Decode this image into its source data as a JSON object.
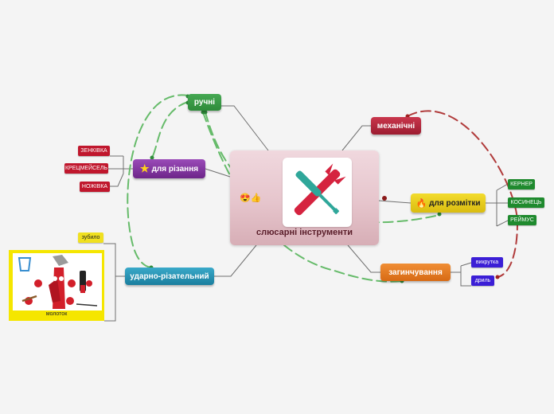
{
  "central": {
    "title": "слюсарні інструменти",
    "icon": "wrench-screwdriver-icon",
    "emojis": "😍👍"
  },
  "topics": {
    "manual": "ручні",
    "cutting": "для різання",
    "impact_cutting": "ударно-різательний",
    "mechanical": "механічні",
    "marking": "для розмітки",
    "bending": "загинчування"
  },
  "leaves": {
    "cutting": [
      "ЗЕНКІВКА",
      "КРЕЦМЕЙСЕЛЬ",
      "НОЖІВКА"
    ],
    "impact_cutting": [
      "зубило"
    ],
    "marking": [
      "КЕРНЕР",
      "КОСИНЕЦЬ",
      "РЕЙМУС"
    ],
    "bending": [
      "викрутка",
      "дриль"
    ]
  },
  "image_caption": "молоток",
  "colors": {
    "manual": "#2e8b3a",
    "cutting": "#7b2f9a",
    "impact_cutting": "#1f8fb0",
    "mechanical": "#b0233a",
    "marking": "#e0c51a",
    "bending": "#e07820",
    "leaf_red": "#c0172d",
    "leaf_green": "#1f8a2e",
    "leaf_blue": "#3b1ed6",
    "leaf_yellow": "#f0e020",
    "dash_green": "#66bb6a",
    "dash_red": "#b03a3a"
  }
}
